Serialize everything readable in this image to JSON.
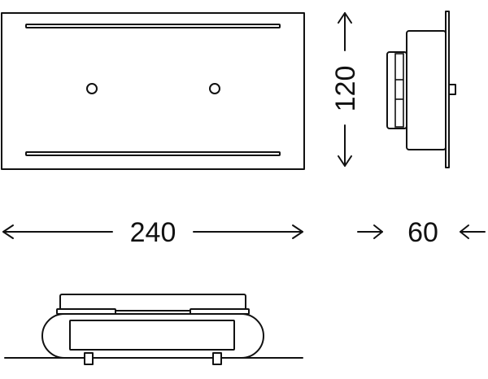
{
  "dimensions": {
    "width": "240",
    "height": "120",
    "depth": "60"
  },
  "colors": {
    "line": "#111111",
    "background": "#ffffff"
  }
}
